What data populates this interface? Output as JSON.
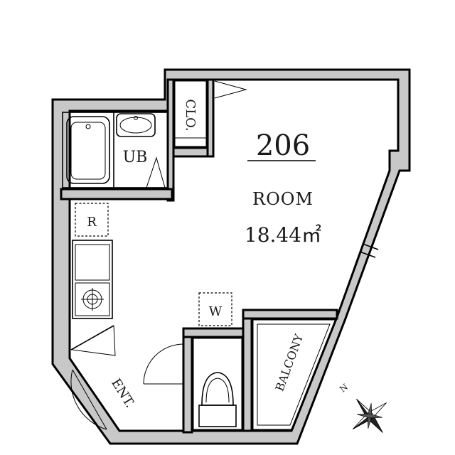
{
  "unit": {
    "number": "206"
  },
  "room": {
    "label": "ROOM",
    "area": "18.44㎡"
  },
  "labels": {
    "clo": "CLO.",
    "ub": "UB",
    "refrigerator": "R",
    "washer": "W",
    "entrance": "ENT.",
    "balcony": "BALCONY"
  },
  "compass": {
    "north": "N"
  },
  "colors": {
    "wall": "#c8c8c8",
    "line": "#000000",
    "background": "#ffffff"
  }
}
